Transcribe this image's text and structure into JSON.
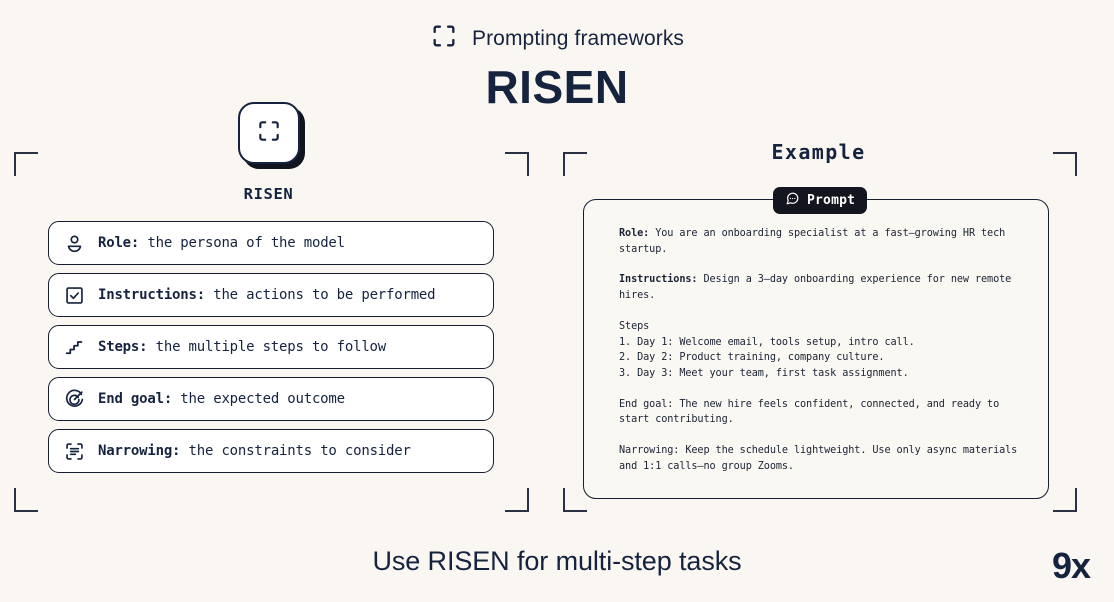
{
  "page": {
    "background_color": "#faf7f2",
    "ink_color": "#16233f"
  },
  "header": {
    "eyebrow_icon": "scan-frame-icon",
    "eyebrow": "Prompting frameworks",
    "title": "RISEN"
  },
  "logo": {
    "icon": "scan-frame-icon",
    "caption": "RISEN"
  },
  "framework": {
    "items": [
      {
        "icon": "user-icon",
        "term": "Role:",
        "description": "the persona of the model"
      },
      {
        "icon": "checkbox-check-icon",
        "term": "Instructions:",
        "description": "the actions to be performed"
      },
      {
        "icon": "stairs-steps-icon",
        "term": "Steps:",
        "description": "the multiple steps to follow"
      },
      {
        "icon": "target-goal-icon",
        "term": "End goal:",
        "description": "the expected outcome"
      },
      {
        "icon": "scan-text-icon",
        "term": "Narrowing:",
        "description": "the constraints to consider"
      }
    ]
  },
  "example": {
    "heading": "Example",
    "badge": {
      "icon": "chat-bubble-dots-icon",
      "label": "Prompt"
    },
    "prompt": {
      "role_label": "Role:",
      "role_text": "  You are an onboarding specialist at a fast–growing HR tech startup.",
      "instructions_label": "Instructions:",
      "instructions_text": "  Design a 3–day onboarding experience for new remote hires.",
      "steps_label": "Steps",
      "steps": [
        "1. Day 1: Welcome email, tools setup, intro call.",
        "2. Day 2: Product training, company culture.",
        "3. Day 3: Meet your team, first task assignment."
      ],
      "end_goal_text": "End goal: The new hire feels confident, connected, and ready to start contributing.",
      "narrowing_text": "Narrowing: Keep the schedule lightweight. Use only async materials and 1:1 calls–no group Zooms."
    }
  },
  "footer": {
    "tagline": "Use RISEN for multi-step tasks",
    "brand": "9x"
  }
}
